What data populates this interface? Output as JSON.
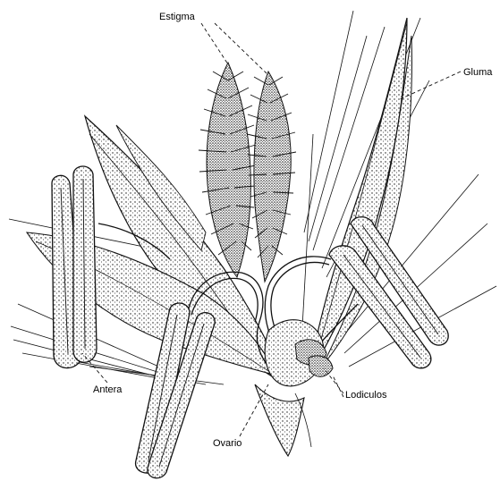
{
  "labels": {
    "estigma": "Estigma",
    "gluma": "Gluma",
    "antera": "Antera",
    "lodiculos": "Lodiculos",
    "ovario": "Ovario"
  },
  "colors": {
    "ink": "#111111",
    "paper": "#ffffff"
  }
}
